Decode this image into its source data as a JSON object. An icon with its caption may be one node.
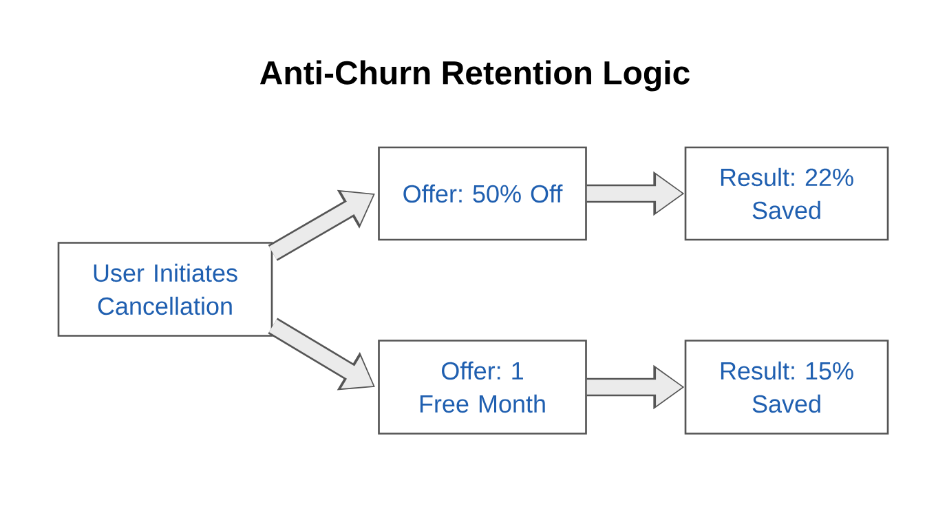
{
  "diagram": {
    "title": "Anti-Churn Retention Logic",
    "nodes": [
      {
        "text": [
          "User Initiates Cancellation"
        ]
      },
      {
        "text": [
          "Offer: 50% Off"
        ]
      },
      {
        "text": [
          "Result: 22% Saved"
        ]
      },
      {
        "text": [
          "Offer: 1 Free Month"
        ]
      },
      {
        "text": [
          "Result: 15% Saved"
        ]
      }
    ],
    "edges": [
      {
        "from": 0,
        "to": 1,
        "arrow": "to"
      },
      {
        "from": 1,
        "to": 2,
        "arrow": "to"
      },
      {
        "from": 0,
        "to": 3,
        "arrow": "to"
      },
      {
        "from": 3,
        "to": 4,
        "arrow": "to"
      }
    ]
  }
}
